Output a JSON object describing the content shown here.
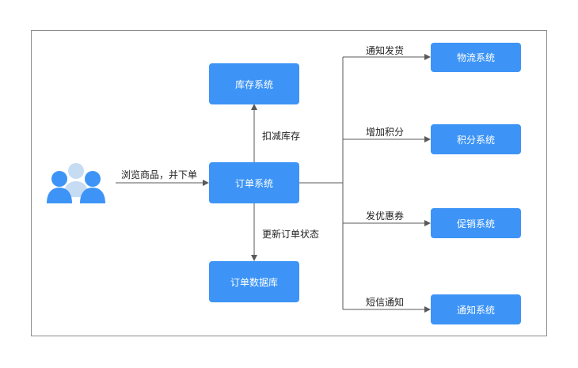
{
  "diagram": {
    "nodes": {
      "order_system": "订单系统",
      "inventory_system": "库存系统",
      "order_database": "订单数据库",
      "logistics_system": "物流系统",
      "points_system": "积分系统",
      "promotion_system": "促销系统",
      "notification_system": "通知系统"
    },
    "edges": {
      "browse_and_order": "浏览商品，并下单",
      "deduct_inventory": "扣减库存",
      "update_order_status": "更新订单状态",
      "notify_shipping": "通知发货",
      "add_points": "增加积分",
      "issue_coupon": "发优惠券",
      "sms_notification": "短信通知"
    },
    "icons": {
      "user": "users-icon"
    },
    "colors": {
      "node_fill": "#3d94f6",
      "node_text": "#ffffff",
      "edge": "#595959",
      "frame": "#8c8c8c",
      "user_front": "#3d94f6",
      "user_back": "#c6dcf3"
    }
  }
}
